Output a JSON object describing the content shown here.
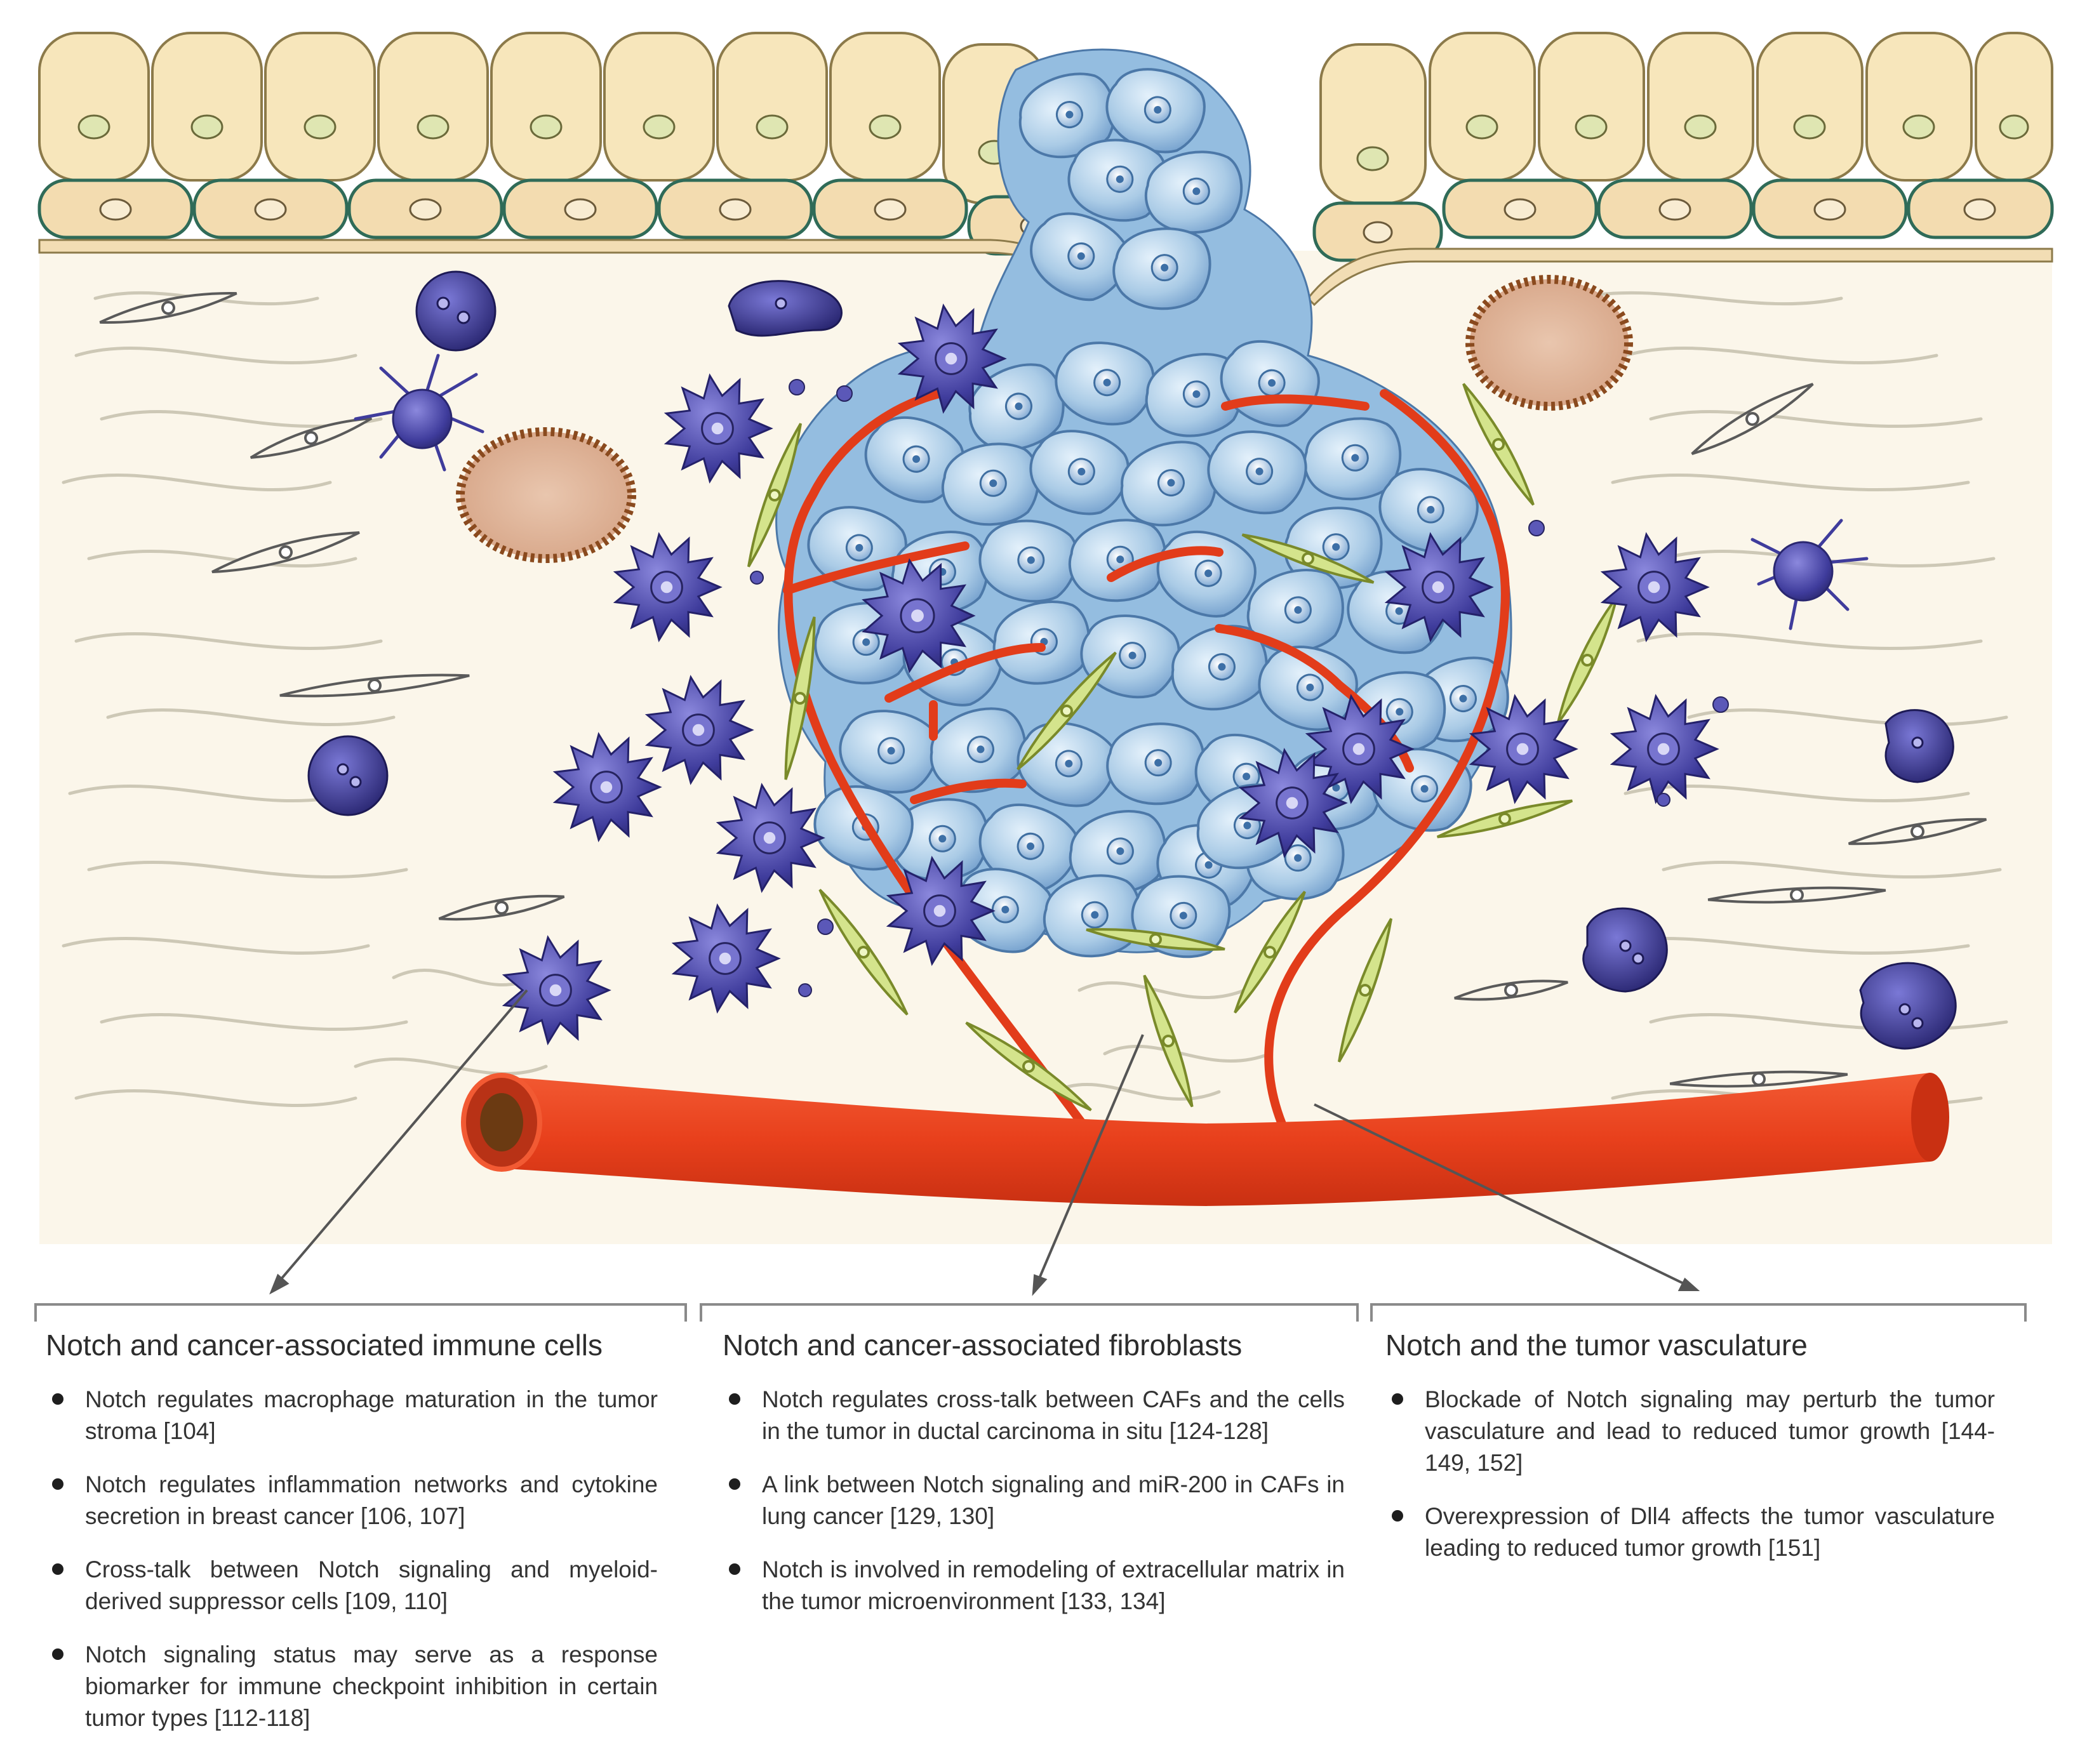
{
  "panels": [
    {
      "title": "Notch and cancer-associated immune cells",
      "items": [
        "Notch regulates macrophage maturation in the tumor stroma [104]",
        "Notch regulates inflammation networks and cytokine secretion in breast cancer [106, 107]",
        "Cross-talk between Notch signaling and myeloid-derived suppressor cells [109, 110]",
        "Notch signaling status may serve as a response biomarker for immune checkpoint inhibition in certain tumor types [112-118]"
      ]
    },
    {
      "title": "Notch and cancer-associated fibroblasts",
      "items": [
        "Notch regulates cross-talk between CAFs and the cells in the tumor in ductal carcinoma in situ [124-128]",
        "A link between Notch signaling and miR-200 in CAFs in lung cancer [129, 130]",
        "Notch is involved in remodeling of extracellular matrix in the tumor microenvironment [133, 134]"
      ]
    },
    {
      "title": "Notch and the tumor vasculature",
      "items": [
        "Blockade of Notch signaling may perturb the tumor vasculature and lead to reduced tumor growth [144-149, 152]",
        "Overexpression of Dll4 affects the tumor vasculature leading to reduced tumor growth [151]"
      ]
    }
  ],
  "colors": {
    "epithelium": "#f7e6bb",
    "basal_layer_outline": "#2f6b58",
    "stroma_background": "#fbf6ea",
    "tumor_cells": "#a9cbe6",
    "immune_cells": "#3d3b99",
    "fibroblasts": "#cfe08a",
    "blood_vessel": "#e8401c",
    "vessel_lumen": "#6b3a12",
    "gland_duct": "#e6bfa7",
    "bracket_lines": "#8a8a8a"
  }
}
